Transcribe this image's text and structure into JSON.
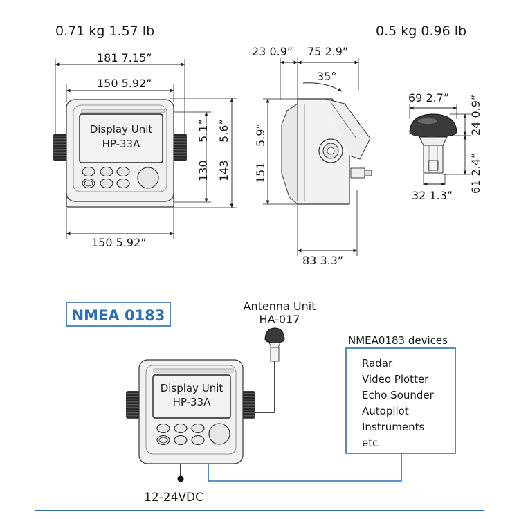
{
  "weights": {
    "display": "0.71 kg   1.57 lb",
    "antenna": "0.5 kg  0.96 lb"
  },
  "front_view": {
    "screen_line1": "Display Unit",
    "screen_line2": "HP-33A",
    "dim_width_bracket": "181  7.15”",
    "dim_width_front": "150  5.92”",
    "dim_width_base": "150  5.92”",
    "dim_height_inner": "130",
    "dim_height_inner_in": "5.1”",
    "dim_height_outer": "143",
    "dim_height_outer_in": "5.6”"
  },
  "side_view": {
    "dim_top_a": "23  0.9”",
    "dim_top_b": "75  2.9”",
    "angle": "35°",
    "dim_height": "151",
    "dim_height_in": "5.9”",
    "dim_depth": "83  3.3”"
  },
  "antenna_view": {
    "dim_width": "69  2.7”",
    "dim_dome": "24  0.9”",
    "dim_total": "61  2.4”",
    "dim_base": "32  1.3”"
  },
  "wiring": {
    "protocol": "NMEA 0183",
    "antenna_label": "Antenna Unit",
    "antenna_model": "HA-017",
    "display_line1": "Display Unit",
    "display_line2": "HP-33A",
    "devices_title": "NMEA0183 devices",
    "devices": [
      "Radar",
      "Video Plotter",
      "Echo Sounder",
      "Autopilot",
      "Instruments",
      "etc"
    ],
    "power": "12-24VDC"
  },
  "colors": {
    "accent": "#2d6fb3"
  }
}
